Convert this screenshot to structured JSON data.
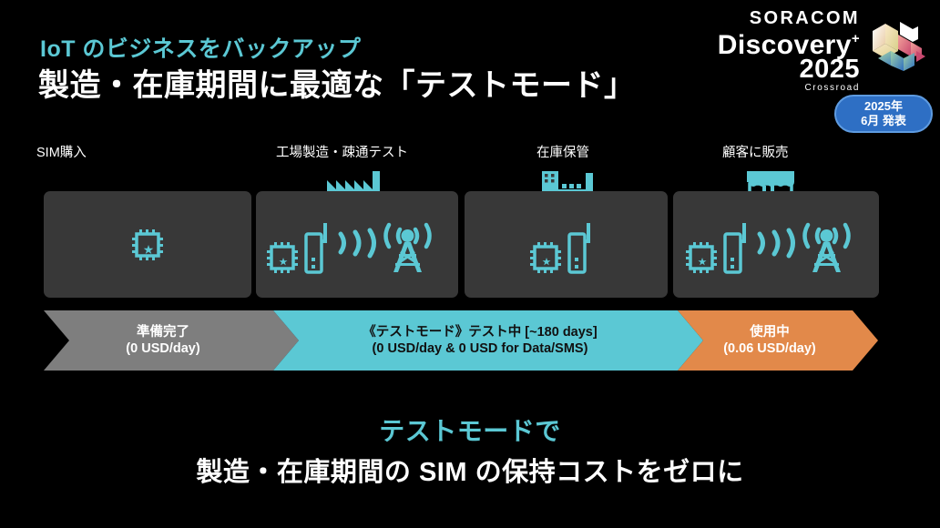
{
  "slide": {
    "background_color": "#000000",
    "accent_color": "#5BC8D4",
    "orange_color": "#E2894A",
    "gray_color": "#7E7E7E",
    "panel_color": "#383838"
  },
  "header": {
    "eyebrow": "IoT のビジネスをバックアップ",
    "headline": "製造・在庫期間に最適な「テストモード」"
  },
  "logo": {
    "soracom": "SORACOM",
    "discovery": "Discovery",
    "plus": "+",
    "year": "2025",
    "tagline": "Crossroad"
  },
  "badge": {
    "line1": "2025年",
    "line2": "6月 発表"
  },
  "stages": [
    {
      "label": "SIM購入",
      "top_icon": null,
      "icons": [
        "sim-chip-icon"
      ]
    },
    {
      "label": "工場製造・疎通テスト",
      "top_icon": "factory-icon",
      "icons": [
        "sim-chip-icon",
        "device-module-icon",
        "signal-waves-icon",
        "cell-tower-icon"
      ]
    },
    {
      "label": "在庫保管",
      "top_icon": "warehouse-icon",
      "icons": [
        "sim-chip-icon",
        "device-module-icon"
      ]
    },
    {
      "label": "顧客に販売",
      "top_icon": "shop-icon",
      "icons": [
        "sim-chip-icon",
        "device-module-icon",
        "signal-waves-icon",
        "cell-tower-icon"
      ]
    }
  ],
  "timeline": [
    {
      "line1": "準備完了",
      "line2": "(0 USD/day)",
      "color": "#7E7E7E",
      "text_color": "#FFFFFF"
    },
    {
      "line1": "《テストモード》テスト中 [~180 days]",
      "line2": "(0 USD/day & 0 USD for Data/SMS)",
      "color": "#5BC8D4",
      "text_color": "#111111"
    },
    {
      "line1": "使用中",
      "line2": "(0.06 USD/day)",
      "color": "#E2894A",
      "text_color": "#FFFFFF"
    }
  ],
  "footer": {
    "line1": "テストモードで",
    "line2": "製造・在庫期間の SIM の保持コストをゼロに"
  }
}
